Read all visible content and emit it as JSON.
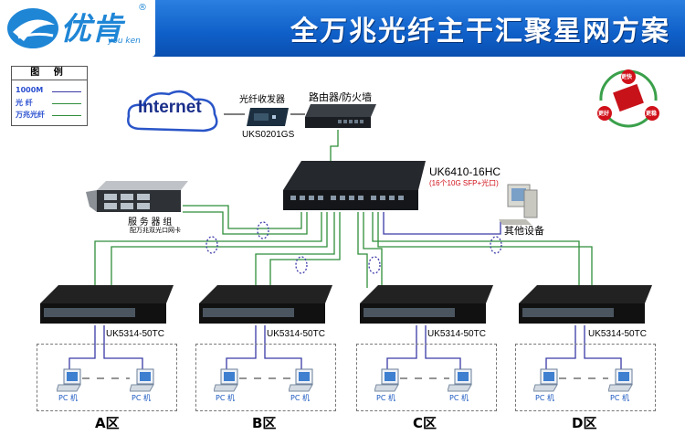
{
  "header": {
    "title": "全万兆光纤主干汇聚星网方案",
    "logo_text": "优肯",
    "logo_sub": "you ken",
    "logo_reg": "®"
  },
  "legend": {
    "title": "图 例",
    "items": [
      {
        "label": "1000M",
        "color": "#3a3aa8"
      },
      {
        "label": "光 纤",
        "color": "#2f8e3a"
      },
      {
        "label": "万兆光纤",
        "color": "#2f8e3a"
      }
    ]
  },
  "cloud": {
    "label": "Internet"
  },
  "transceiver": {
    "label": "光纤收发器",
    "model": "UKS0201GS"
  },
  "router": {
    "label": "路由器/防火墙"
  },
  "core_switch": {
    "model": "UK6410-16HC",
    "note": "(16个10G SFP+光口)"
  },
  "server": {
    "label": "服 务 器 组",
    "note": "配万兆双光口网卡"
  },
  "other": {
    "label": "其他设备"
  },
  "badge": {
    "top": "更快",
    "left": "更好",
    "right": "更稳"
  },
  "access_switches": [
    {
      "model": "UK5314-50TC",
      "zone": "A区",
      "pc_left": "PC 机",
      "pc_right": "PC 机"
    },
    {
      "model": "UK5314-50TC",
      "zone": "B区",
      "pc_left": "PC 机",
      "pc_right": "PC 机"
    },
    {
      "model": "UK5314-50TC",
      "zone": "C区",
      "pc_left": "PC 机",
      "pc_right": "PC 机"
    },
    {
      "model": "UK5314-50TC",
      "zone": "D区",
      "pc_left": "PC 机",
      "pc_right": "PC 机"
    }
  ],
  "colors": {
    "fiber": "#2f8e3a",
    "copper": "#3a3aa8",
    "header": "#0f5fc8"
  }
}
